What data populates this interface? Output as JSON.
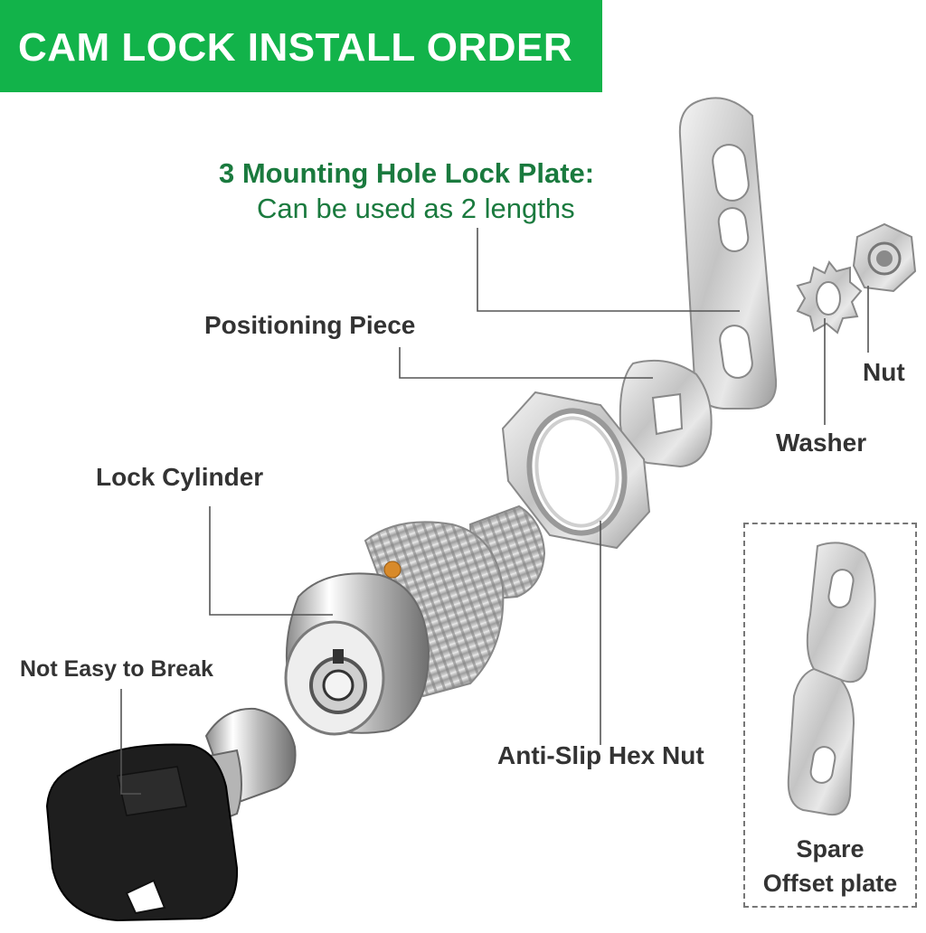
{
  "banner": {
    "title": "CAM LOCK INSTALL ORDER",
    "color": "#12b34a"
  },
  "labels": {
    "plate_title": "3 Mounting Hole Lock Plate:",
    "plate_subtitle": "Can be used as 2 lengths",
    "positioning_piece": "Positioning Piece",
    "nut": "Nut",
    "washer": "Washer",
    "lock_cylinder": "Lock Cylinder",
    "not_easy_to_break": "Not Easy to Break",
    "anti_slip_hex_nut": "Anti-Slip Hex Nut",
    "spare_line1": "Spare",
    "spare_line2": "Offset plate"
  },
  "colors": {
    "heading_green": "#1a7a3e",
    "label_gray": "#333333",
    "leader_line": "#555555"
  }
}
